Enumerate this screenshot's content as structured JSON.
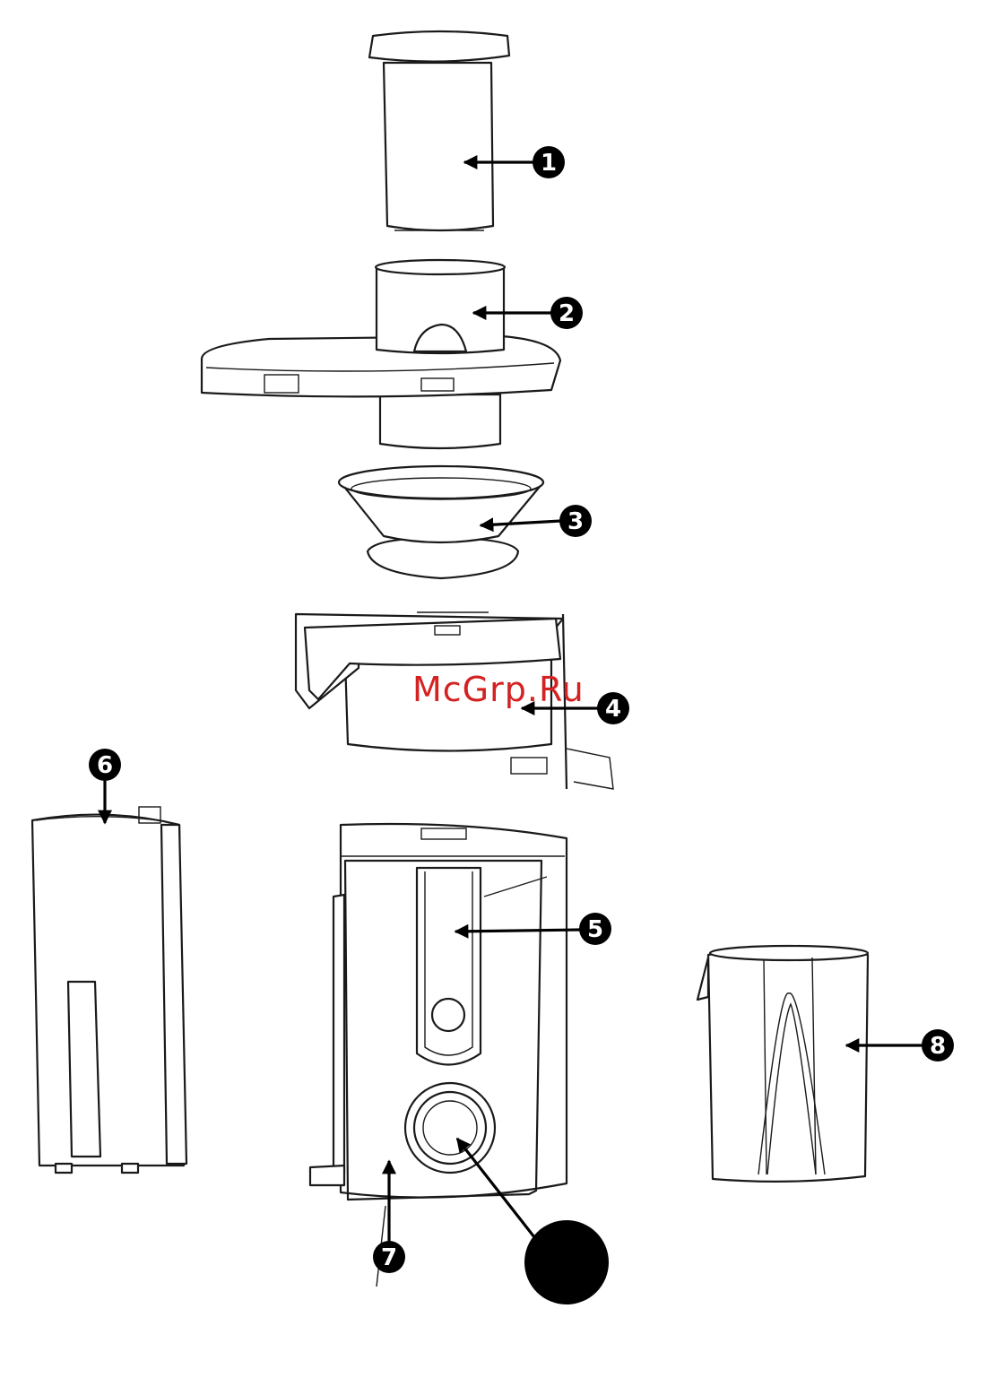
{
  "watermark": "McGrp.Ru",
  "callouts": [
    {
      "id": "1",
      "label": "1"
    },
    {
      "id": "2",
      "label": "2"
    },
    {
      "id": "3",
      "label": "3"
    },
    {
      "id": "4",
      "label": "4"
    },
    {
      "id": "5",
      "label": "5"
    },
    {
      "id": "6",
      "label": "6"
    },
    {
      "id": "7",
      "label": "7"
    },
    {
      "id": "8",
      "label": "8"
    },
    {
      "id": "9",
      "label": ""
    }
  ],
  "colors": {
    "line": "#1a1a1a",
    "badge": "#000000",
    "watermark": "#d42222"
  }
}
